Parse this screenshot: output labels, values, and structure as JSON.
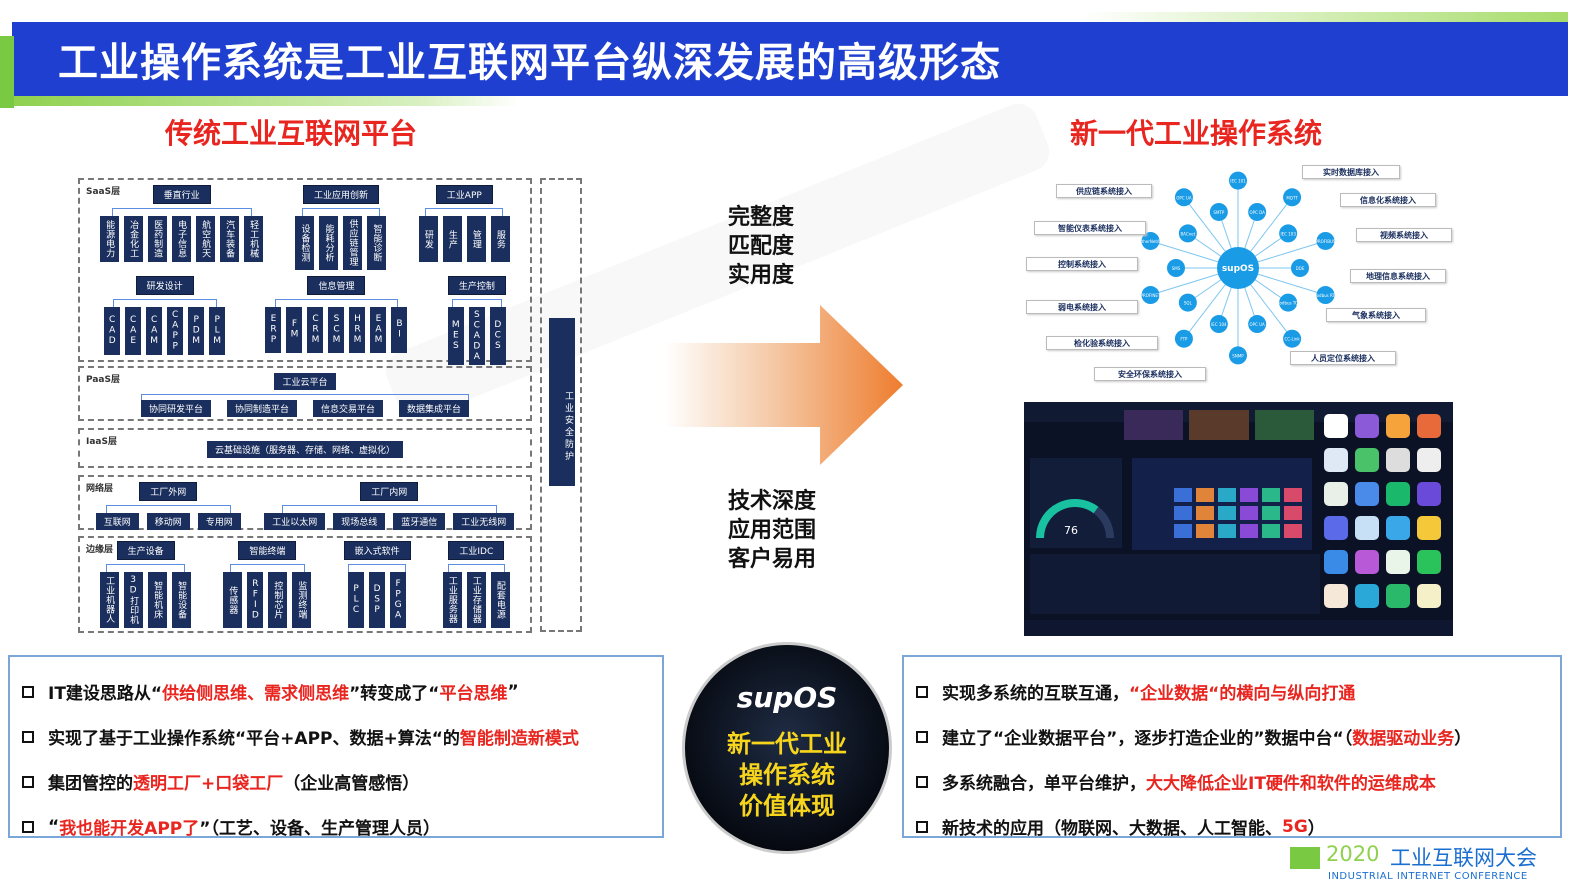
{
  "title": "工业操作系统是工业互联网平台纵深发展的高级形态",
  "watermark": {
    "line1": "2020 工业互联网大会",
    "line2": "INDUSTRIAL INTERNET CONFERENCE"
  },
  "left_heading": "传统工业互联网平台",
  "right_heading": "新一代工业操作系统",
  "left_diagram": {
    "saas": {
      "label": "SaaS层",
      "row1": [
        {
          "title": "垂直行业",
          "items": [
            "能源电力",
            "冶金化工",
            "医药制造",
            "电子信息",
            "航空航天",
            "汽车装备",
            "轻工机械"
          ]
        },
        {
          "title": "工业应用创新",
          "items": [
            "设备检测",
            "能耗分析",
            "供应链管理",
            "智能诊断"
          ]
        },
        {
          "title": "工业APP",
          "items": [
            "研发",
            "生产",
            "管理",
            "服务"
          ]
        }
      ],
      "row2": [
        {
          "title": "研发设计",
          "items": [
            "CAD",
            "CAE",
            "CAM",
            "CAPP",
            "PDM",
            "PLM"
          ]
        },
        {
          "title": "信息管理",
          "items": [
            "ERP",
            "FM",
            "CRM",
            "SCM",
            "HRM",
            "EAM",
            "BI"
          ]
        },
        {
          "title": "生产控制",
          "items": [
            "MES",
            "SCADA",
            "DCS"
          ]
        }
      ]
    },
    "paas": {
      "label": "PaaS层",
      "root": "工业云平台",
      "items": [
        "协同研发平台",
        "协同制造平台",
        "信息交易平台",
        "数据集成平台"
      ]
    },
    "iaas": {
      "label": "IaaS层",
      "item": "云基础设施（服务器、存储、网络、虚拟化）"
    },
    "network": {
      "label": "网络层",
      "groups": [
        {
          "title": "工厂外网",
          "items": [
            "互联网",
            "移动网",
            "专用网"
          ]
        },
        {
          "title": "工厂内网",
          "items": [
            "工业以太网",
            "现场总线",
            "蓝牙通信",
            "工业无线网"
          ]
        }
      ]
    },
    "edge": {
      "label": "边缘层",
      "groups": [
        {
          "title": "生产设备",
          "items": [
            "工业机器人",
            "3D打印机",
            "智能机床",
            "智能设备"
          ]
        },
        {
          "title": "智能终端",
          "items": [
            "传感器",
            "RFID",
            "控制芯片",
            "监测终端"
          ]
        },
        {
          "title": "嵌入式软件",
          "items": [
            "PLC",
            "DSP",
            "FPGA"
          ]
        },
        {
          "title": "工业IDC",
          "items": [
            "工业服务器",
            "工业存储器",
            "配套电源"
          ]
        }
      ]
    },
    "security": "工业安全防护"
  },
  "middle": {
    "top": [
      "完整度",
      "匹配度",
      "实用度"
    ],
    "bottom": [
      "技术深度",
      "应用范围",
      "客户易用"
    ],
    "arrow_color": "#ee7d2e"
  },
  "hub": {
    "center": "supOS",
    "left_labels": [
      "供应链系统接入",
      "智能仪表系统接入",
      "控制系统接入",
      "弱电系统接入",
      "检化验系统接入",
      "安全环保系统接入"
    ],
    "right_labels": [
      "实时数据库接入",
      "信息化系统接入",
      "视频系统接入",
      "地理信息系统接入",
      "气象系统接入",
      "人员定位系统接入"
    ],
    "nodes": [
      "IEC 101",
      "OPC DA",
      "MQTT",
      "IEC 103",
      "PROFIBUS",
      "DDE",
      "Modbus RTU",
      "Modbus TCP",
      "CC-Link",
      "OPC UA",
      "SNMP",
      "IEC 104",
      "FTP",
      "SQL",
      "PROFINET",
      "SMS",
      "EtherNet/IP",
      "BACnet",
      "OPC UA",
      "SMTP"
    ]
  },
  "dashboard": {
    "gauge_value": "76"
  },
  "circle": {
    "logo": "supOS",
    "lines": [
      "新一代工业",
      "操作系统",
      "价值体现"
    ]
  },
  "left_bullets": [
    [
      {
        "t": "IT建设思路从“"
      },
      {
        "t": "供给侧思维、需求侧思维",
        "r": true
      },
      {
        "t": "”转变成了“"
      },
      {
        "t": "平台思维",
        "r": true
      },
      {
        "t": "”"
      }
    ],
    [
      {
        "t": "实现了基于工业操作系统“平台+APP、数据+算法“的"
      },
      {
        "t": "智能制造新模式",
        "r": true
      }
    ],
    [
      {
        "t": "集团管控的"
      },
      {
        "t": "透明工厂+口袋工厂",
        "r": true
      },
      {
        "t": "（企业高管感悟）"
      }
    ],
    [
      {
        "t": "“"
      },
      {
        "t": "我也能开发APP了",
        "r": true
      },
      {
        "t": "”（工艺、设备、生产管理人员）"
      }
    ]
  ],
  "right_bullets": [
    [
      {
        "t": "实现多系统的互联互通，"
      },
      {
        "t": "“企业数据“的横向与纵向打通",
        "r": true
      }
    ],
    [
      {
        "t": "建立了“企业数据平台”，逐步打造企业的”数据中台“（"
      },
      {
        "t": "数据驱动业务",
        "r": true
      },
      {
        "t": "）"
      }
    ],
    [
      {
        "t": "多系统融合，单平台维护，"
      },
      {
        "t": "大大降低企业IT硬件和软件的运维成本",
        "r": true
      }
    ],
    [
      {
        "t": "新技术的应用（物联网、大数据、人工智能、"
      },
      {
        "t": "5G",
        "r": true
      },
      {
        "t": "）"
      }
    ]
  ],
  "footer_logo": {
    "year": "2020",
    "name": "工业互联网大会",
    "en": "INDUSTRIAL INTERNET CONFERENCE"
  },
  "colors": {
    "title_bar": "#1e3fcf",
    "accent_red": "#e8251f",
    "navy": "#1b2f5e",
    "hub_blue": "#1a9be6"
  }
}
